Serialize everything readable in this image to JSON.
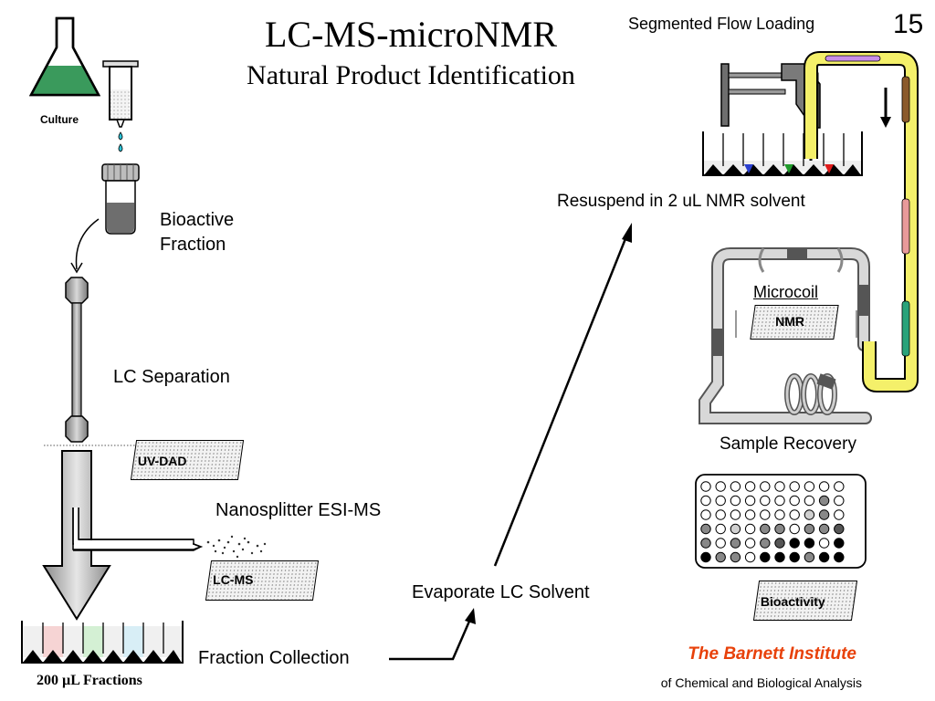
{
  "slide": {
    "title": "LC-MS-microNMR",
    "subtitle": "Natural Product Identification",
    "page_number": "15"
  },
  "labels": {
    "culture": "Culture",
    "bioactive_fraction_1": "Bioactive",
    "bioactive_fraction_2": "Fraction",
    "lc_separation": "LC Separation",
    "uv_dad": "UV-DAD",
    "nanosplitter": "Nanosplitter ESI-MS",
    "lc_ms": "LC-MS",
    "fraction_collection": "Fraction Collection",
    "fractions_200ul": "200 µL Fractions",
    "evaporate": "Evaporate LC Solvent",
    "resuspend": "Resuspend in 2 uL NMR solvent",
    "segmented_flow": "Segmented Flow Loading",
    "microcoil": "Microcoil",
    "nmr": "NMR",
    "sample_recovery": "Sample Recovery",
    "bioactivity": "Bioactivity"
  },
  "institute": {
    "name": "The Barnett Institute",
    "subname": "of Chemical and Biological Analysis",
    "name_color": "#e8410a"
  },
  "colors": {
    "flask_liquid": "#3a9a5c",
    "droplet": "#2cc4d8",
    "capillary": "#f4f06a",
    "slug_pink": "#e89a9a",
    "slug_teal": "#2aa37a",
    "slug_brown": "#8b5a2b",
    "slug_purple": "#c98ee8",
    "well_blue": "#2a3fd0",
    "well_green": "#1f9a2a",
    "well_red": "#e01a1a"
  }
}
